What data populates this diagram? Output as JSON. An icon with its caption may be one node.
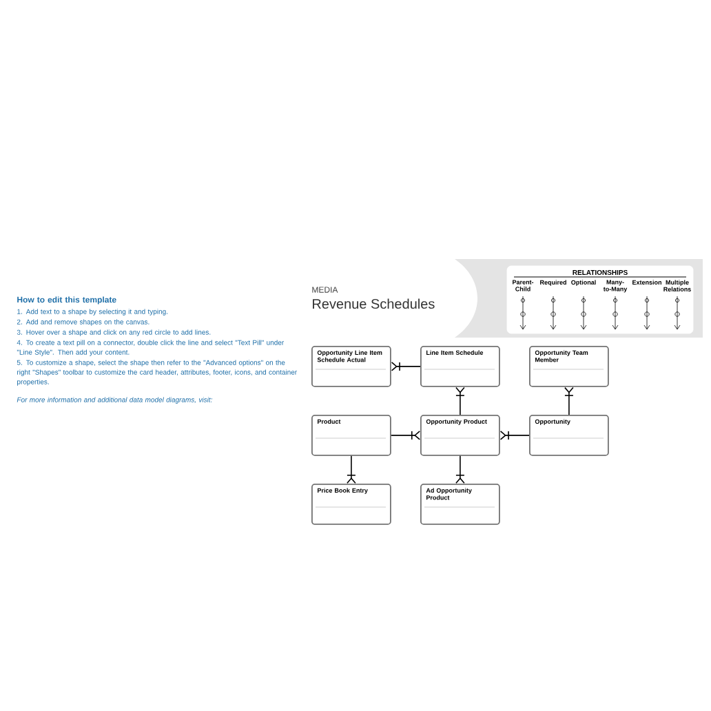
{
  "diagram": {
    "title": "Revenue Schedules",
    "nodes": [
      {
        "text": [
          "Opportunity Line Item Schedule Actual"
        ]
      },
      {
        "text": [
          "Line Item Schedule"
        ]
      },
      {
        "text": [
          "Opportunity Team Member"
        ]
      },
      {
        "text": [
          "Product"
        ]
      },
      {
        "text": [
          "Opportunity Product"
        ]
      },
      {
        "text": [
          "Opportunity"
        ]
      },
      {
        "text": [
          "Price Book Entry"
        ]
      },
      {
        "text": [
          "Ad Opportunity Product"
        ]
      }
    ],
    "edges": [
      {
        "from": 1,
        "to": 0,
        "arrow": "other"
      },
      {
        "from": 4,
        "to": 1,
        "arrow": "other"
      },
      {
        "from": 5,
        "to": 2,
        "arrow": "other"
      },
      {
        "from": 3,
        "to": 4,
        "arrow": "other"
      },
      {
        "from": 5,
        "to": 4,
        "arrow": "other"
      },
      {
        "from": 3,
        "to": 6,
        "arrow": "other"
      },
      {
        "from": 4,
        "to": 7,
        "arrow": "other"
      }
    ],
    "labels": [
      "How to edit this template",
      "1. Add text to a shape by selecting it and typing.",
      "2. Add and remove shapes on the canvas.",
      "3. Hover over a shape and click on any red circle to add lines.",
      "4. To create a text pill on a connector, double click the line and select \"Text Pill\" under \"Line Style\". Then add your content.",
      "5. To customize a shape, select the shape then refer to the \"Advanced options\" on the right \"Shapes\" toolbar to customize the card header, attributes, footer, icons, and container properties.",
      "For more information and additional data model diagrams, visit:",
      "MEDIA",
      "RELATIONSHIPS",
      "Parent-Child",
      "Required",
      "Optional",
      "Many-to-Many",
      "Extension",
      "Multiple Relations"
    ]
  }
}
